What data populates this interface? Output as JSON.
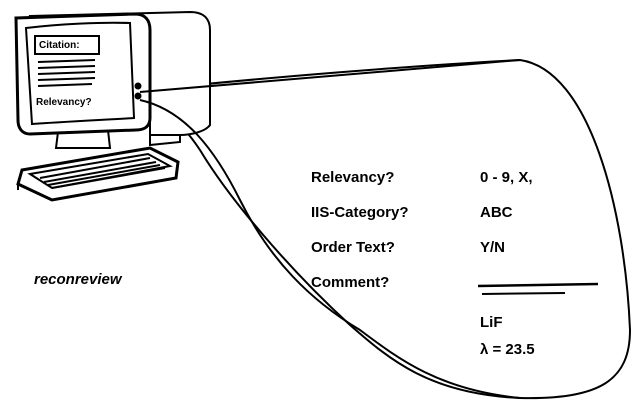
{
  "terminal": {
    "screen_citation": "Citation:",
    "screen_relevancy": "Relevancy?"
  },
  "caption": "reconreview",
  "bubble": {
    "rows": [
      {
        "prompt": "Relevancy?",
        "value": "0 - 9, X,"
      },
      {
        "prompt": "IIS-Category?",
        "value": "ABC"
      },
      {
        "prompt": "Order Text?",
        "value": "Y/N"
      },
      {
        "prompt": "Comment?",
        "value": ""
      }
    ],
    "extra_line1": "LiF",
    "extra_line2": "λ = 23.5"
  }
}
